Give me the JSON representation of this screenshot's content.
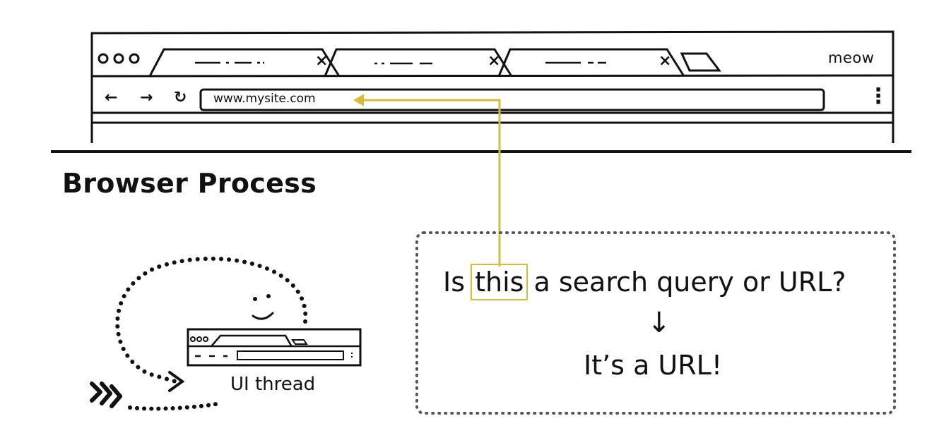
{
  "browser": {
    "tabs": [
      {
        "close": "×"
      },
      {
        "close": "×"
      },
      {
        "close": "×"
      }
    ],
    "profile_label": "meow",
    "nav": {
      "back": "←",
      "forward": "→",
      "reload": "↻"
    },
    "address_value": "www.mysite.com",
    "menu_glyph": "⋮"
  },
  "diagram": {
    "heading": "Browser Process",
    "question_pre": "Is ",
    "question_highlight": "this",
    "question_post": " a search query or URL?",
    "arrow_glyph": "↓",
    "answer": "It’s a URL!",
    "thread_label": "UI thread",
    "colors": {
      "highlight": "#d8bd3a",
      "ink": "#111111"
    }
  }
}
